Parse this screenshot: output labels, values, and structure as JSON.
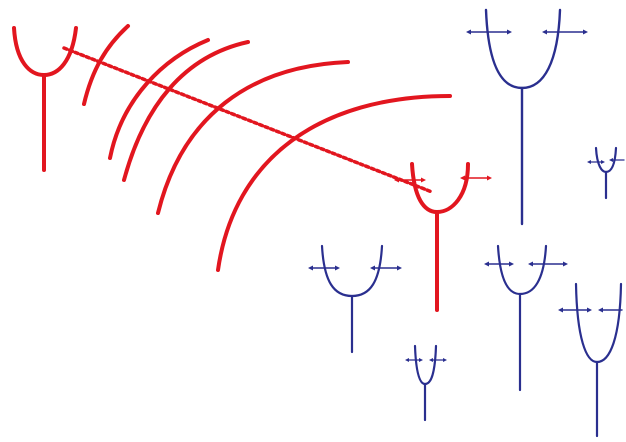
{
  "colors": {
    "source_fork": "#e2161f",
    "sound_waves": "#e2161f",
    "direction_line": "#e2161f",
    "responding_fork": "#e2161f",
    "other_forks": "#2a2f8f",
    "background": "#ffffff"
  },
  "elements": {
    "source_fork": "tuning-fork-icon",
    "sound_waves": "sound-wave-arc",
    "direction_line": "dotted-line",
    "responding_fork": "tuning-fork-icon",
    "other_forks": "tuning-fork-icon",
    "vibration_markers": "double-arrow-icon"
  },
  "wave_count": 5,
  "blue_fork_count": 6
}
